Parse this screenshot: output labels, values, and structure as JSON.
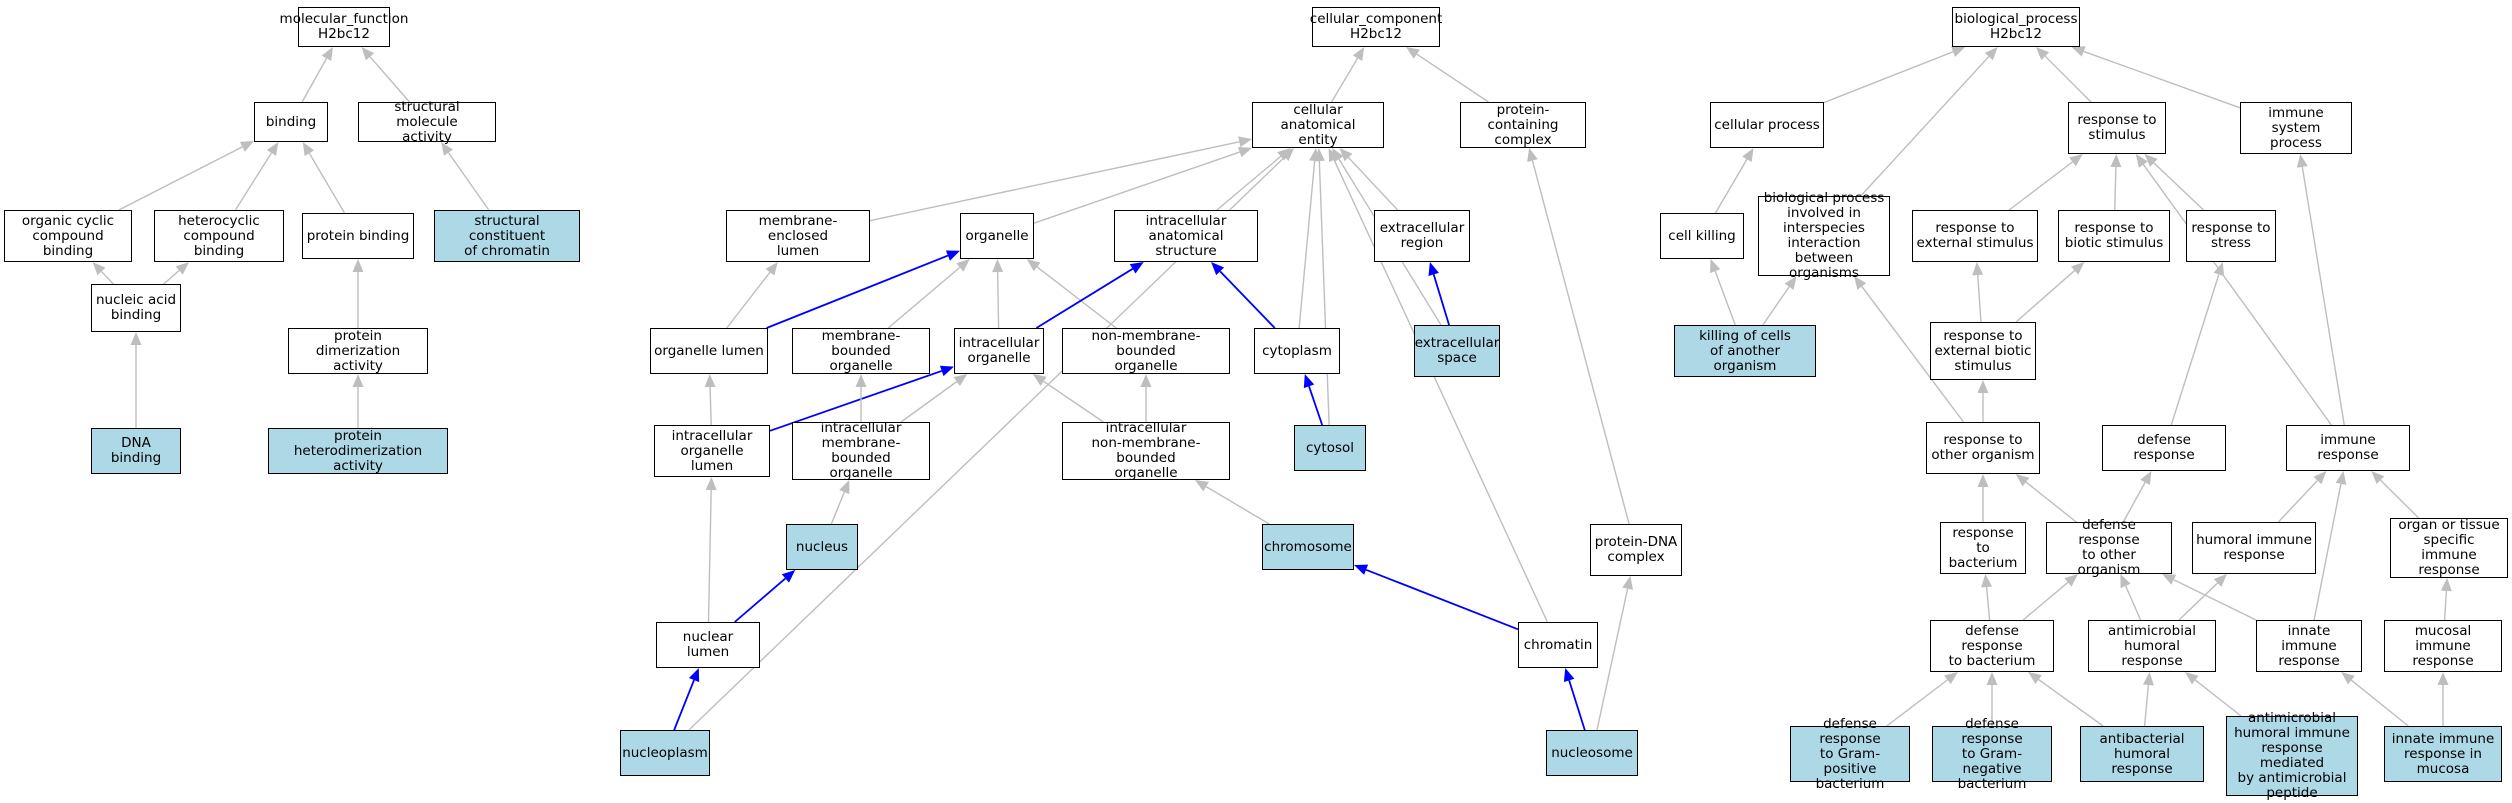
{
  "colors": {
    "highlight": "#add8e6",
    "edge_gray": "#bebebe",
    "edge_blue": "#0000ff",
    "border": "#000000"
  },
  "nodes": {
    "mf_root": "molecular_function\nH2bc12",
    "binding": "binding",
    "structural_molecule_activity": "structural molecule\nactivity",
    "organic_cyclic": "organic cyclic\ncompound binding",
    "heterocyclic": "heterocyclic\ncompound binding",
    "protein_binding": "protein binding",
    "structural_constituent_chromatin": "structural constituent\nof chromatin",
    "nucleic_acid_binding": "nucleic acid\nbinding",
    "protein_dimerization": "protein dimerization\nactivity",
    "dna_binding": "DNA binding",
    "protein_heterodimerization": "protein heterodimerization\nactivity",
    "cc_root": "cellular_component\nH2bc12",
    "cellular_anatomical_entity": "cellular anatomical\nentity",
    "protein_containing_complex": "protein-containing\ncomplex",
    "membrane_enclosed_lumen": "membrane-enclosed\nlumen",
    "organelle": "organelle",
    "intracellular_anatomical_structure": "intracellular\nanatomical structure",
    "extracellular_region": "extracellular\nregion",
    "organelle_lumen": "organelle lumen",
    "membrane_bounded_organelle": "membrane-bounded\norganelle",
    "intracellular_organelle": "intracellular\norganelle",
    "non_membrane_bounded_organelle": "non-membrane-bounded\norganelle",
    "cytoplasm": "cytoplasm",
    "extracellular_space": "extracellular\nspace",
    "intracellular_organelle_lumen": "intracellular\norganelle lumen",
    "intracellular_membrane_bounded_organelle": "intracellular\nmembrane-bounded\norganelle",
    "intracellular_non_membrane_bounded_organelle": "intracellular\nnon-membrane-bounded\norganelle",
    "cytosol": "cytosol",
    "nucleus": "nucleus",
    "chromosome": "chromosome",
    "protein_dna_complex": "protein-DNA\ncomplex",
    "nuclear_lumen": "nuclear lumen",
    "chromatin": "chromatin",
    "nucleoplasm": "nucleoplasm",
    "nucleosome": "nucleosome",
    "bp_root": "biological_process\nH2bc12",
    "cellular_process": "cellular process",
    "response_to_stimulus": "response to\nstimulus",
    "immune_system_process": "immune system\nprocess",
    "cell_killing": "cell killing",
    "bp_interspecies": "biological process\ninvolved in\ninterspecies\ninteraction\nbetween organisms",
    "response_to_external_stimulus": "response to\nexternal stimulus",
    "response_to_biotic_stimulus": "response to\nbiotic stimulus",
    "response_to_stress": "response to\nstress",
    "killing_of_cells": "killing of cells\nof another organism",
    "response_to_external_biotic": "response to\nexternal biotic\nstimulus",
    "response_to_other_organism": "response to\nother organism",
    "defense_response": "defense response",
    "immune_response": "immune response",
    "response_to_bacterium": "response to\nbacterium",
    "defense_response_other": "defense response\nto other organism",
    "humoral_immune_response": "humoral immune\nresponse",
    "organ_tissue_immune": "organ or tissue\nspecific immune\nresponse",
    "defense_response_bacterium": "defense response\nto bacterium",
    "antimicrobial_humoral": "antimicrobial\nhumoral response",
    "innate_immune_response": "innate immune\nresponse",
    "mucosal_immune_response": "mucosal immune\nresponse",
    "defense_gram_positive": "defense response\nto Gram-positive\nbacterium",
    "defense_gram_negative": "defense response\nto Gram-negative\nbacterium",
    "antibacterial_humoral": "antibacterial\nhumoral response",
    "antimicrobial_peptide": "antimicrobial\nhumoral immune\nresponse mediated\nby antimicrobial\npeptide",
    "innate_mucosa": "innate immune\nresponse in\nmucosa"
  },
  "highlighted": [
    "structural_constituent_chromatin",
    "dna_binding",
    "protein_heterodimerization",
    "extracellular_space",
    "cytosol",
    "nucleus",
    "chromosome",
    "nucleoplasm",
    "nucleosome",
    "killing_of_cells",
    "defense_gram_positive",
    "defense_gram_negative",
    "antibacterial_humoral",
    "antimicrobial_peptide",
    "innate_mucosa"
  ],
  "edges": [
    [
      "binding",
      "mf_root",
      "gray"
    ],
    [
      "structural_molecule_activity",
      "mf_root",
      "gray"
    ],
    [
      "organic_cyclic",
      "binding",
      "gray"
    ],
    [
      "heterocyclic",
      "binding",
      "gray"
    ],
    [
      "protein_binding",
      "binding",
      "gray"
    ],
    [
      "structural_constituent_chromatin",
      "structural_molecule_activity",
      "gray"
    ],
    [
      "nucleic_acid_binding",
      "organic_cyclic",
      "gray"
    ],
    [
      "nucleic_acid_binding",
      "heterocyclic",
      "gray"
    ],
    [
      "protein_dimerization",
      "protein_binding",
      "gray"
    ],
    [
      "dna_binding",
      "nucleic_acid_binding",
      "gray"
    ],
    [
      "protein_heterodimerization",
      "protein_dimerization",
      "gray"
    ],
    [
      "cellular_anatomical_entity",
      "cc_root",
      "gray"
    ],
    [
      "protein_containing_complex",
      "cc_root",
      "gray"
    ],
    [
      "membrane_enclosed_lumen",
      "cellular_anatomical_entity",
      "gray"
    ],
    [
      "organelle",
      "cellular_anatomical_entity",
      "gray"
    ],
    [
      "intracellular_anatomical_structure",
      "cellular_anatomical_entity",
      "gray"
    ],
    [
      "extracellular_region",
      "cellular_anatomical_entity",
      "gray"
    ],
    [
      "cytoplasm",
      "cellular_anatomical_entity",
      "gray"
    ],
    [
      "extracellular_space",
      "cellular_anatomical_entity",
      "gray"
    ],
    [
      "cytosol",
      "cellular_anatomical_entity",
      "gray"
    ],
    [
      "nucleoplasm",
      "cellular_anatomical_entity",
      "gray"
    ],
    [
      "chromatin",
      "cellular_anatomical_entity",
      "gray"
    ],
    [
      "organelle_lumen",
      "membrane_enclosed_lumen",
      "gray"
    ],
    [
      "organelle_lumen",
      "organelle",
      "blue"
    ],
    [
      "membrane_bounded_organelle",
      "organelle",
      "gray"
    ],
    [
      "intracellular_organelle",
      "organelle",
      "gray"
    ],
    [
      "non_membrane_bounded_organelle",
      "organelle",
      "gray"
    ],
    [
      "intracellular_organelle",
      "intracellular_anatomical_structure",
      "blue"
    ],
    [
      "cytoplasm",
      "intracellular_anatomical_structure",
      "blue"
    ],
    [
      "extracellular_space",
      "extracellular_region",
      "blue"
    ],
    [
      "intracellular_organelle_lumen",
      "organelle_lumen",
      "gray"
    ],
    [
      "intracellular_organelle_lumen",
      "intracellular_organelle",
      "blue"
    ],
    [
      "intracellular_membrane_bounded_organelle",
      "membrane_bounded_organelle",
      "gray"
    ],
    [
      "intracellular_membrane_bounded_organelle",
      "intracellular_organelle",
      "gray"
    ],
    [
      "intracellular_non_membrane_bounded_organelle",
      "intracellular_organelle",
      "gray"
    ],
    [
      "intracellular_non_membrane_bounded_organelle",
      "non_membrane_bounded_organelle",
      "gray"
    ],
    [
      "cytosol",
      "cytoplasm",
      "blue"
    ],
    [
      "nucleus",
      "intracellular_membrane_bounded_organelle",
      "gray"
    ],
    [
      "chromosome",
      "intracellular_non_membrane_bounded_organelle",
      "gray"
    ],
    [
      "protein_dna_complex",
      "protein_containing_complex",
      "gray"
    ],
    [
      "nuclear_lumen",
      "intracellular_organelle_lumen",
      "gray"
    ],
    [
      "nuclear_lumen",
      "nucleus",
      "blue"
    ],
    [
      "chromatin",
      "chromosome",
      "blue"
    ],
    [
      "nucleoplasm",
      "nuclear_lumen",
      "blue"
    ],
    [
      "nucleosome",
      "chromatin",
      "blue"
    ],
    [
      "nucleosome",
      "protein_dna_complex",
      "gray"
    ],
    [
      "cellular_process",
      "bp_root",
      "gray"
    ],
    [
      "bp_interspecies",
      "bp_root",
      "gray"
    ],
    [
      "response_to_stimulus",
      "bp_root",
      "gray"
    ],
    [
      "immune_system_process",
      "bp_root",
      "gray"
    ],
    [
      "cell_killing",
      "cellular_process",
      "gray"
    ],
    [
      "response_to_external_stimulus",
      "response_to_stimulus",
      "gray"
    ],
    [
      "response_to_biotic_stimulus",
      "response_to_stimulus",
      "gray"
    ],
    [
      "response_to_stress",
      "response_to_stimulus",
      "gray"
    ],
    [
      "immune_response",
      "response_to_stimulus",
      "gray"
    ],
    [
      "immune_response",
      "immune_system_process",
      "gray"
    ],
    [
      "killing_of_cells",
      "cell_killing",
      "gray"
    ],
    [
      "killing_of_cells",
      "bp_interspecies",
      "gray"
    ],
    [
      "response_to_external_biotic",
      "response_to_external_stimulus",
      "gray"
    ],
    [
      "response_to_external_biotic",
      "response_to_biotic_stimulus",
      "gray"
    ],
    [
      "response_to_other_organism",
      "response_to_external_biotic",
      "gray"
    ],
    [
      "response_to_other_organism",
      "bp_interspecies",
      "gray"
    ],
    [
      "defense_response",
      "response_to_stress",
      "gray"
    ],
    [
      "response_to_bacterium",
      "response_to_other_organism",
      "gray"
    ],
    [
      "defense_response_other",
      "response_to_other_organism",
      "gray"
    ],
    [
      "defense_response_other",
      "defense_response",
      "gray"
    ],
    [
      "humoral_immune_response",
      "immune_response",
      "gray"
    ],
    [
      "organ_tissue_immune",
      "immune_response",
      "gray"
    ],
    [
      "defense_response_bacterium",
      "response_to_bacterium",
      "gray"
    ],
    [
      "defense_response_bacterium",
      "defense_response_other",
      "gray"
    ],
    [
      "antimicrobial_humoral",
      "defense_response_other",
      "gray"
    ],
    [
      "antimicrobial_humoral",
      "humoral_immune_response",
      "gray"
    ],
    [
      "innate_immune_response",
      "defense_response_other",
      "gray"
    ],
    [
      "innate_immune_response",
      "immune_response",
      "gray"
    ],
    [
      "mucosal_immune_response",
      "organ_tissue_immune",
      "gray"
    ],
    [
      "defense_gram_positive",
      "defense_response_bacterium",
      "gray"
    ],
    [
      "defense_gram_negative",
      "defense_response_bacterium",
      "gray"
    ],
    [
      "antibacterial_humoral",
      "defense_response_bacterium",
      "gray"
    ],
    [
      "antibacterial_humoral",
      "antimicrobial_humoral",
      "gray"
    ],
    [
      "antimicrobial_peptide",
      "antimicrobial_humoral",
      "gray"
    ],
    [
      "innate_mucosa",
      "innate_immune_response",
      "gray"
    ],
    [
      "innate_mucosa",
      "mucosal_immune_response",
      "gray"
    ]
  ]
}
